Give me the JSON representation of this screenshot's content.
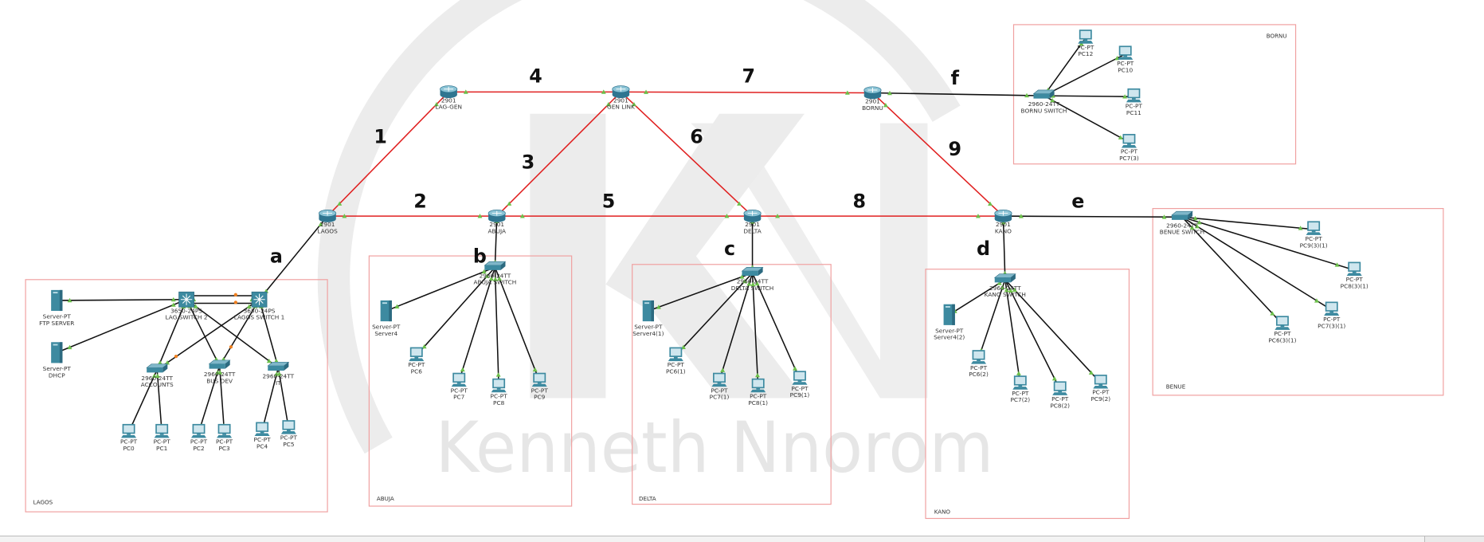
{
  "watermark": "Kenneth Nnorom",
  "colors": {
    "wan": "#e02020",
    "lan": "#111111",
    "area_border": "#f0a0a0",
    "device": "#3d8aa0",
    "port_up": "#6cc04a",
    "port_wait": "#f08020"
  },
  "areas": [
    {
      "id": "lagos",
      "label": "LAGOS"
    },
    {
      "id": "abuja",
      "label": "ABUJA"
    },
    {
      "id": "delta",
      "label": "DELTA"
    },
    {
      "id": "kano",
      "label": "KANO"
    },
    {
      "id": "bornu",
      "label": "BORNU"
    },
    {
      "id": "benue",
      "label": "BENUE"
    }
  ],
  "nodes": [
    {
      "id": "laggen",
      "kind": "router",
      "model": "2901",
      "name": "LAG-GEN"
    },
    {
      "id": "genlink",
      "kind": "router",
      "model": "2901",
      "name": "GEN LINK"
    },
    {
      "id": "bornu_r",
      "kind": "router",
      "model": "2901",
      "name": "BORNU"
    },
    {
      "id": "lagos_r",
      "kind": "router",
      "model": "2901",
      "name": "LAGOS"
    },
    {
      "id": "abuja_r",
      "kind": "router",
      "model": "2901",
      "name": "ABUJA"
    },
    {
      "id": "delta_r",
      "kind": "router",
      "model": "2901",
      "name": "DELTA"
    },
    {
      "id": "kano_r",
      "kind": "router",
      "model": "2901",
      "name": "KANO"
    },
    {
      "id": "ftp",
      "kind": "server",
      "model": "Server-PT",
      "name": "FTP SERVER"
    },
    {
      "id": "dhcp",
      "kind": "server",
      "model": "Server-PT",
      "name": "DHCP"
    },
    {
      "id": "lsw2",
      "kind": "mlswitch",
      "model": "3650-24PS",
      "name": "LAG SWITCH 2"
    },
    {
      "id": "lsw1",
      "kind": "mlswitch",
      "model": "3650-24PS",
      "name": "LAGOS SWITCH 1"
    },
    {
      "id": "acc",
      "kind": "switch",
      "model": "2960-24TT",
      "name": "ACCOUNTS"
    },
    {
      "id": "bus",
      "kind": "switch",
      "model": "2960-24TT",
      "name": "BUS DEV"
    },
    {
      "id": "it",
      "kind": "switch",
      "model": "2960-24TT",
      "name": "IT"
    },
    {
      "id": "pc0",
      "kind": "pc",
      "model": "PC-PT",
      "name": "PC0"
    },
    {
      "id": "pc1",
      "kind": "pc",
      "model": "PC-PT",
      "name": "PC1"
    },
    {
      "id": "pc2",
      "kind": "pc",
      "model": "PC-PT",
      "name": "PC2"
    },
    {
      "id": "pc3",
      "kind": "pc",
      "model": "PC-PT",
      "name": "PC3"
    },
    {
      "id": "pc4",
      "kind": "pc",
      "model": "PC-PT",
      "name": "PC4"
    },
    {
      "id": "pc5",
      "kind": "pc",
      "model": "PC-PT",
      "name": "PC5"
    },
    {
      "id": "abuja_sw",
      "kind": "switch",
      "model": "2960-24TT",
      "name": "ABUJA SWITCH"
    },
    {
      "id": "srv4",
      "kind": "server",
      "model": "Server-PT",
      "name": "Server4"
    },
    {
      "id": "pc6",
      "kind": "pc",
      "model": "PC-PT",
      "name": "PC6"
    },
    {
      "id": "pc7",
      "kind": "pc",
      "model": "PC-PT",
      "name": "PC7"
    },
    {
      "id": "pc8",
      "kind": "pc",
      "model": "PC-PT",
      "name": "PC8"
    },
    {
      "id": "pc9",
      "kind": "pc",
      "model": "PC-PT",
      "name": "PC9"
    },
    {
      "id": "delta_sw",
      "kind": "switch",
      "model": "2960-24TT",
      "name": "DELTA SWITCH"
    },
    {
      "id": "srv41",
      "kind": "server",
      "model": "Server-PT",
      "name": "Server4(1)"
    },
    {
      "id": "pc61",
      "kind": "pc",
      "model": "PC-PT",
      "name": "PC6(1)"
    },
    {
      "id": "pc71",
      "kind": "pc",
      "model": "PC-PT",
      "name": "PC7(1)"
    },
    {
      "id": "pc81",
      "kind": "pc",
      "model": "PC-PT",
      "name": "PC8(1)"
    },
    {
      "id": "pc91",
      "kind": "pc",
      "model": "PC-PT",
      "name": "PC9(1)"
    },
    {
      "id": "kano_sw",
      "kind": "switch",
      "model": "2960-24TT",
      "name": "KANO SWITCH"
    },
    {
      "id": "srv42",
      "kind": "server",
      "model": "Server-PT",
      "name": "Server4(2)"
    },
    {
      "id": "pc62",
      "kind": "pc",
      "model": "PC-PT",
      "name": "PC6(2)"
    },
    {
      "id": "pc72",
      "kind": "pc",
      "model": "PC-PT",
      "name": "PC7(2)"
    },
    {
      "id": "pc82",
      "kind": "pc",
      "model": "PC-PT",
      "name": "PC8(2)"
    },
    {
      "id": "pc92",
      "kind": "pc",
      "model": "PC-PT",
      "name": "PC9(2)"
    },
    {
      "id": "bornu_sw",
      "kind": "switch",
      "model": "2960-24TT",
      "name": "BORNU SWITCH"
    },
    {
      "id": "pc12",
      "kind": "pc",
      "model": "PC-PT",
      "name": "PC12"
    },
    {
      "id": "pc10",
      "kind": "pc",
      "model": "PC-PT",
      "name": "PC10"
    },
    {
      "id": "pc11",
      "kind": "pc",
      "model": "PC-PT",
      "name": "PC11"
    },
    {
      "id": "pc73",
      "kind": "pc",
      "model": "PC-PT",
      "name": "PC7(3)"
    },
    {
      "id": "benue_sw",
      "kind": "switch",
      "model": "2960-24TT",
      "name": "BENUE SWITCH"
    },
    {
      "id": "pc931",
      "kind": "pc",
      "model": "PC-PT",
      "name": "PC9(3)(1)"
    },
    {
      "id": "pc831",
      "kind": "pc",
      "model": "PC-PT",
      "name": "PC8(3)(1)"
    },
    {
      "id": "pc731",
      "kind": "pc",
      "model": "PC-PT",
      "name": "PC7(3)(1)"
    },
    {
      "id": "pc631",
      "kind": "pc",
      "model": "PC-PT",
      "name": "PC6(3)(1)"
    }
  ],
  "links": [
    {
      "from": "lagos_r",
      "to": "laggen",
      "type": "wan",
      "label": "1"
    },
    {
      "from": "lagos_r",
      "to": "abuja_r",
      "type": "wan",
      "label": "2"
    },
    {
      "from": "abuja_r",
      "to": "genlink",
      "type": "wan",
      "label": "3"
    },
    {
      "from": "laggen",
      "to": "genlink",
      "type": "wan",
      "label": "4"
    },
    {
      "from": "abuja_r",
      "to": "delta_r",
      "type": "wan",
      "label": "5"
    },
    {
      "from": "genlink",
      "to": "delta_r",
      "type": "wan",
      "label": "6"
    },
    {
      "from": "genlink",
      "to": "bornu_r",
      "type": "wan",
      "label": "7"
    },
    {
      "from": "delta_r",
      "to": "kano_r",
      "type": "wan",
      "label": "8"
    },
    {
      "from": "bornu_r",
      "to": "kano_r",
      "type": "wan",
      "label": "9"
    },
    {
      "from": "lagos_r",
      "to": "lsw1",
      "type": "lan",
      "label": "a"
    },
    {
      "from": "abuja_r",
      "to": "abuja_sw",
      "type": "lan",
      "label": "b"
    },
    {
      "from": "delta_r",
      "to": "delta_sw",
      "type": "lan",
      "label": "c"
    },
    {
      "from": "kano_r",
      "to": "kano_sw",
      "type": "lan",
      "label": "d"
    },
    {
      "from": "kano_r",
      "to": "benue_sw",
      "type": "lan",
      "label": "e"
    },
    {
      "from": "bornu_r",
      "to": "bornu_sw",
      "type": "lan",
      "label": "f"
    },
    {
      "from": "ftp",
      "to": "lsw2",
      "type": "lan"
    },
    {
      "from": "dhcp",
      "to": "lsw2",
      "type": "lan"
    },
    {
      "from": "lsw2",
      "to": "lsw1",
      "type": "lan"
    },
    {
      "from": "lsw2",
      "to": "acc",
      "type": "lan"
    },
    {
      "from": "lsw2",
      "to": "bus",
      "type": "lan"
    },
    {
      "from": "lsw2",
      "to": "it",
      "type": "lan"
    },
    {
      "from": "lsw1",
      "to": "acc",
      "type": "lan"
    },
    {
      "from": "lsw1",
      "to": "bus",
      "type": "lan"
    },
    {
      "from": "lsw1",
      "to": "it",
      "type": "lan"
    },
    {
      "from": "acc",
      "to": "pc0",
      "type": "lan"
    },
    {
      "from": "acc",
      "to": "pc1",
      "type": "lan"
    },
    {
      "from": "bus",
      "to": "pc2",
      "type": "lan"
    },
    {
      "from": "bus",
      "to": "pc3",
      "type": "lan"
    },
    {
      "from": "it",
      "to": "pc4",
      "type": "lan"
    },
    {
      "from": "it",
      "to": "pc5",
      "type": "lan"
    },
    {
      "from": "abuja_sw",
      "to": "srv4",
      "type": "lan"
    },
    {
      "from": "abuja_sw",
      "to": "pc6",
      "type": "lan"
    },
    {
      "from": "abuja_sw",
      "to": "pc7",
      "type": "lan"
    },
    {
      "from": "abuja_sw",
      "to": "pc8",
      "type": "lan"
    },
    {
      "from": "abuja_sw",
      "to": "pc9",
      "type": "lan"
    },
    {
      "from": "delta_sw",
      "to": "srv41",
      "type": "lan"
    },
    {
      "from": "delta_sw",
      "to": "pc61",
      "type": "lan"
    },
    {
      "from": "delta_sw",
      "to": "pc71",
      "type": "lan"
    },
    {
      "from": "delta_sw",
      "to": "pc81",
      "type": "lan"
    },
    {
      "from": "delta_sw",
      "to": "pc91",
      "type": "lan"
    },
    {
      "from": "kano_sw",
      "to": "srv42",
      "type": "lan"
    },
    {
      "from": "kano_sw",
      "to": "pc62",
      "type": "lan"
    },
    {
      "from": "kano_sw",
      "to": "pc72",
      "type": "lan"
    },
    {
      "from": "kano_sw",
      "to": "pc82",
      "type": "lan"
    },
    {
      "from": "kano_sw",
      "to": "pc92",
      "type": "lan"
    },
    {
      "from": "bornu_sw",
      "to": "pc12",
      "type": "lan"
    },
    {
      "from": "bornu_sw",
      "to": "pc10",
      "type": "lan"
    },
    {
      "from": "bornu_sw",
      "to": "pc11",
      "type": "lan"
    },
    {
      "from": "bornu_sw",
      "to": "pc73",
      "type": "lan"
    },
    {
      "from": "benue_sw",
      "to": "pc931",
      "type": "lan"
    },
    {
      "from": "benue_sw",
      "to": "pc831",
      "type": "lan"
    },
    {
      "from": "benue_sw",
      "to": "pc731",
      "type": "lan"
    },
    {
      "from": "benue_sw",
      "to": "pc631",
      "type": "lan"
    }
  ]
}
